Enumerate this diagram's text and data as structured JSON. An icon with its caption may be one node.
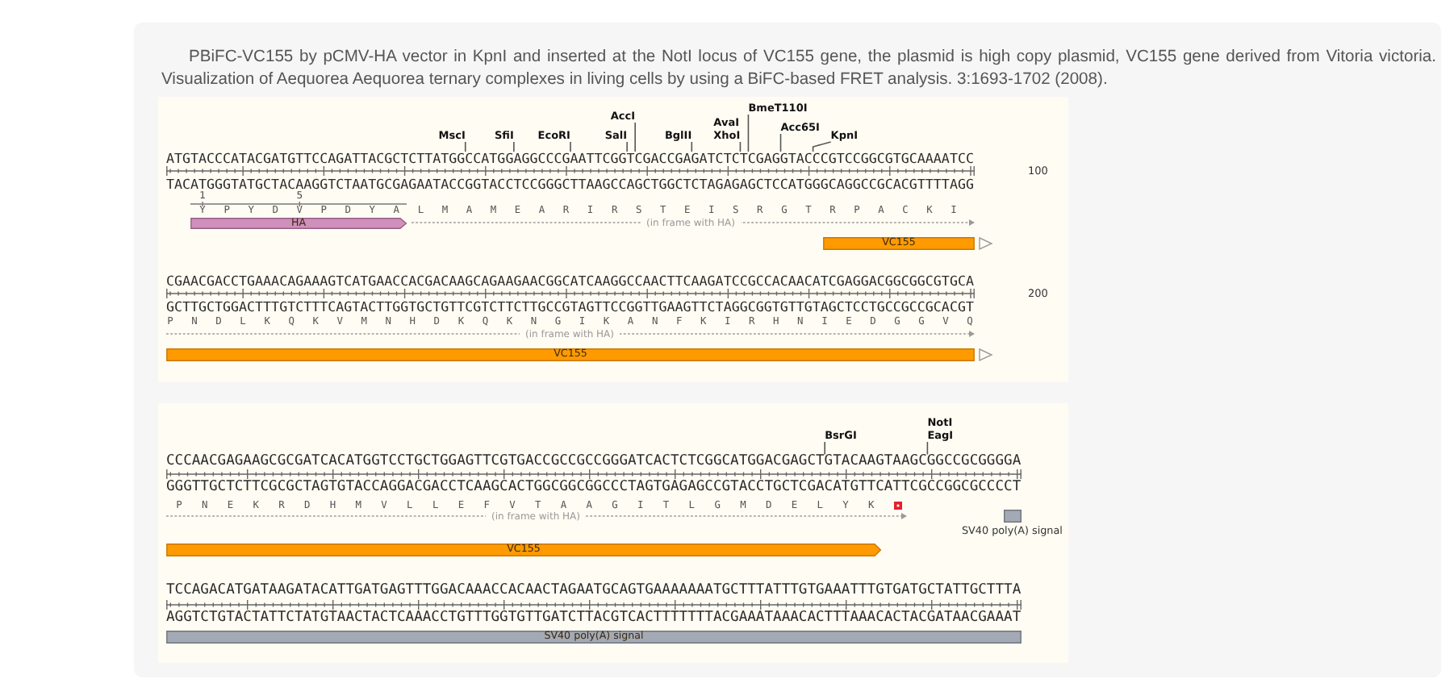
{
  "diagram": {
    "caption": "PBiFC-VC155 by pCMV-HA vector in KpnI and inserted at the NotI locus of VC155 gene, the plasmid is high copy plasmid, VC155 gene derived from Vitoria victoria. Visualization of Aequorea Aequorea ternary complexes in living cells by using a BiFC-based FRET analysis. 3:1693-1702 (2008).",
    "nodes": [
      {
        "text": [
          "MscI"
        ]
      },
      {
        "text": [
          "SfiI"
        ]
      },
      {
        "text": [
          "EcoRI"
        ]
      },
      {
        "text": [
          "AccI"
        ]
      },
      {
        "text": [
          "SalI"
        ]
      },
      {
        "text": [
          "BglII"
        ]
      },
      {
        "text": [
          "AvaI",
          "XhoI"
        ]
      },
      {
        "text": [
          "BmeT110I"
        ]
      },
      {
        "text": [
          "Acc65I"
        ]
      },
      {
        "text": [
          "KpnI"
        ]
      },
      {
        "text": [
          "ATGTACCCATACGATGTTCCAGATTACGCTCTTATGGCCATGGAGGCCCGAATTCGGTCGACCGAGATCTCTCGAGGTACCCGTCCGGCGTGCAAAATCC"
        ]
      },
      {
        "text": [
          "HA"
        ]
      },
      {
        "text": [
          "VC155"
        ]
      },
      {
        "text": [
          "VC155"
        ]
      },
      {
        "text": [
          "BsrGI"
        ]
      },
      {
        "text": [
          "NotI",
          "EagI"
        ]
      },
      {
        "text": [
          "CCCAACGAGAAGCGCGATCACATGGTCCTGCTGGAGTTCGTGACCGCCGCCGGGATCACTCTCGGCATGGACGAGCTGTACAAGTAAGCGGCCGCGGGGA"
        ]
      },
      {
        "text": [
          "VC155"
        ]
      },
      {
        "text": [],
        "shape": "bar",
        "beside": [
          "SV40 poly(A) signal"
        ]
      },
      {
        "text": [
          "SV40 poly(A) signal"
        ]
      }
    ],
    "edges": [
      {
        "from": 0,
        "to": 10,
        "arrow": "none"
      },
      {
        "from": 1,
        "to": 10,
        "arrow": "none"
      },
      {
        "from": 2,
        "to": 10,
        "arrow": "none"
      },
      {
        "from": 3,
        "to": 10,
        "arrow": "none"
      },
      {
        "from": 4,
        "to": 10,
        "arrow": "none"
      },
      {
        "from": 5,
        "to": 10,
        "arrow": "none"
      },
      {
        "from": 6,
        "to": 10,
        "arrow": "none"
      },
      {
        "from": 7,
        "to": 10,
        "arrow": "none"
      },
      {
        "from": 8,
        "to": 10,
        "arrow": "none"
      },
      {
        "from": 9,
        "to": 10,
        "arrow": "none"
      },
      {
        "from": 14,
        "to": 16,
        "arrow": "none"
      },
      {
        "from": 15,
        "to": 16,
        "arrow": "none"
      }
    ],
    "labels": [
      "100",
      "TACATGGGTATGCTACAAGGTCTAATGCGAGAATACCGGTACCTCCGGGCTTAAGCCAGCTGGCTCTAGAGAGCTCCATGGGCAGGCCGCACGTTTTAGG",
      "1",
      "5",
      "Y P Y D V P D Y A L M A M E A R I R S T E I S R G T R P A C K I",
      "(in frame with HA)",
      "CGAACGACCTGAAACAGAAAGTCATGAACCACGACAAGCAGAAGAACGGCATCAAGGCCAACTTCAAGATCCGCCACAACATCGAGGACGGCGGCGTGCA",
      "200",
      "GCTTGCTGGACTTTGTCTTTCAGTACTTGGTGCTGTTCGTCTTCTTGCCGTAGTTCCGGTTGAAGTTCTAGGCGGTGTTGTAGCTCCTGCCGCCGCACGT",
      "P N D L K Q K V M N H D K Q K N G I K A N F K I R H N I E D G G V Q",
      "(in frame with HA)",
      "GGGTTGCTCTTCGCGCTAGTGTACCAGGACGACCTCAAGCACTGGCGGCGGCCCTAGTGAGAGCCGTACCTGCTCGACATGTTCATTCGCCGGCGCCCCT",
      "P N E K R D H M V L L E F V T A A G I T L G M D E L Y K",
      "(in frame with HA)",
      "TCCAGACATGATAAGATACATTGATGAGTTTGGACAAACCACAACTAGAATGCAGTGAAAAAAATGCTTTATTTGTGAAATTTGTGATGCTATTGCTTTA",
      "AGGTCTGTACTATTCTATGTAACTACTCAAACCTGTTTGGTGTTGATCTTACGTCACTTTTTTTACGAAATAAACACTTTAAACACTACGATAACGAAAT"
    ]
  }
}
